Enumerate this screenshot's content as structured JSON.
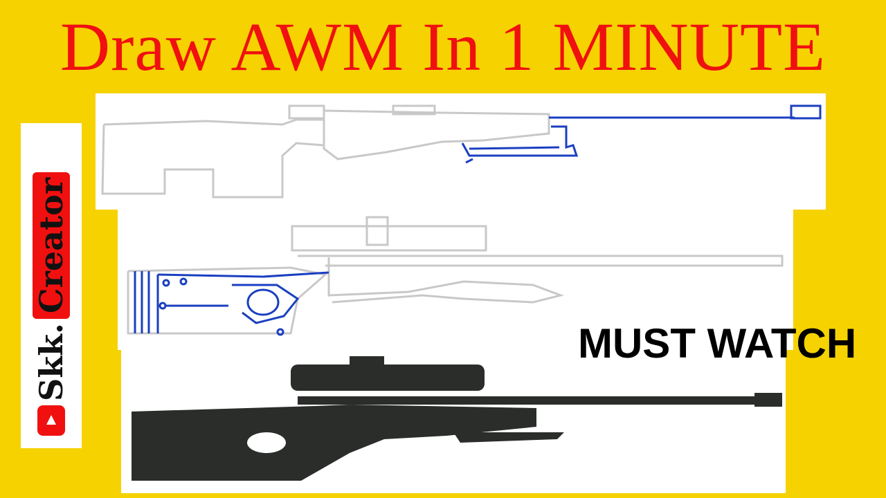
{
  "title": "Draw AWM In 1 MINUTE",
  "channel": {
    "name_part1": "Skk.",
    "name_part2": "Creator",
    "icon": "youtube-play-icon"
  },
  "callout": "MUST WATCH",
  "colors": {
    "background": "#f6d200",
    "title": "#f01010",
    "outline": "#c8c8c8",
    "drawing": "#1a3fc0",
    "rifle": "#2a2d2a"
  }
}
